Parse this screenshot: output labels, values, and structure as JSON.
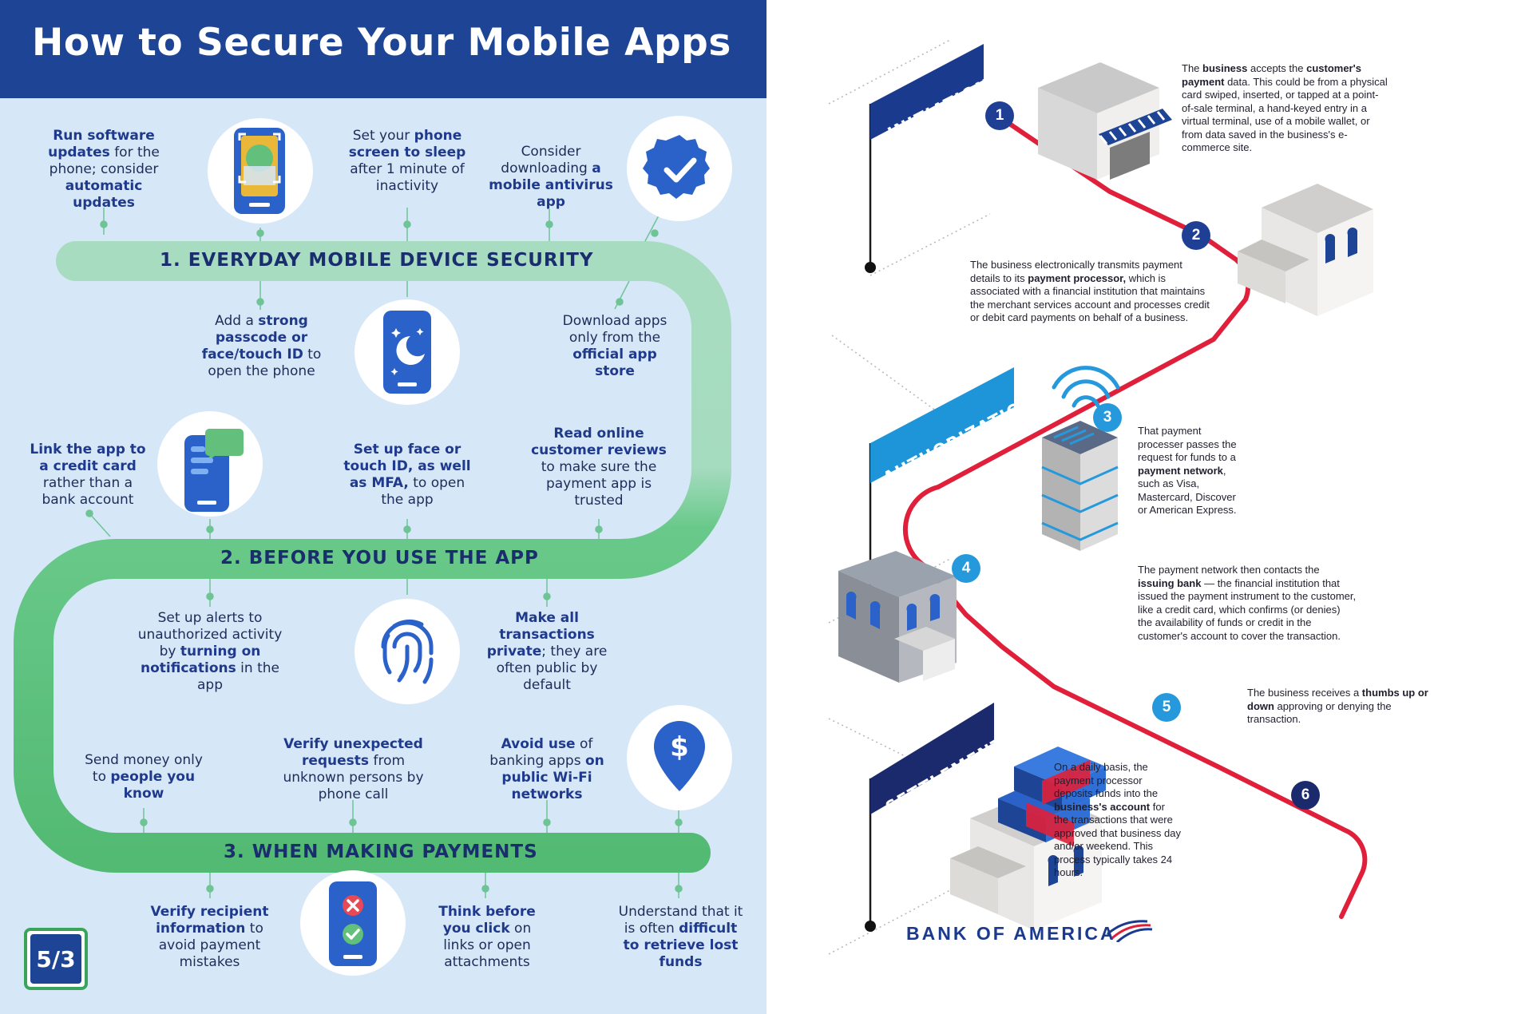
{
  "infographic": {
    "title": "How to Secure Your Mobile Apps",
    "sections": [
      {
        "label": "1. EVERYDAY MOBILE DEVICE SECURITY"
      },
      {
        "label": "2. BEFORE YOU USE THE APP"
      },
      {
        "label": "3. WHEN MAKING PAYMENTS"
      }
    ],
    "tips": {
      "run_updates": {
        "pre": "Run software updates",
        "bold": "",
        "post": " for the phone; consider ",
        "bold2": "automatic updates"
      },
      "phone_sleep": {
        "pre": "Set your ",
        "bold": "phone screen to sleep",
        "post": " after 1 minute of inactivity"
      },
      "antivirus": {
        "pre": "Consider downloading ",
        "bold": "a mobile antivirus app",
        "post": ""
      },
      "passcode": {
        "pre": "Add a ",
        "bold": "strong passcode or face/touch ID",
        "post": " to open the phone"
      },
      "official_store": {
        "pre": "Download apps only from the ",
        "bold": "official app store",
        "post": ""
      },
      "link_card": {
        "pre": "",
        "bold": "Link the app to a credit card",
        "post": " rather than a bank account"
      },
      "face_id_mfa": {
        "pre": "",
        "bold": "Set up face or touch ID, as well as MFA,",
        "post": " to open the app"
      },
      "reviews": {
        "pre": "",
        "bold": "Read online customer reviews",
        "post": " to make sure the payment app is trusted"
      },
      "alerts": {
        "pre": "Set up alerts to unauthorized activity by ",
        "bold": "turning on notifications",
        "post": " in the app"
      },
      "private": {
        "pre": "",
        "bold": "Make all transactions private",
        "post": "; they are often public by default"
      },
      "send_money": {
        "pre": "Send money only to ",
        "bold": "people you know",
        "post": ""
      },
      "verify_requests": {
        "pre": "",
        "bold": "Verify unexpected requests",
        "post": " from unknown persons by phone call"
      },
      "avoid_wifi": {
        "pre": "",
        "bold": "Avoid use",
        "post": " of banking apps ",
        "bold2": "on public Wi-Fi networks"
      },
      "verify_recipient": {
        "pre": "",
        "bold": "Verify recipient information",
        "post": " to avoid payment mistakes"
      },
      "think_click": {
        "pre": "",
        "bold": "Think before you click",
        "post": " on links or open attachments"
      },
      "retrieve": {
        "pre": "Understand that it is often ",
        "bold": "difficult to retrieve lost funds",
        "post": ""
      }
    },
    "logo_text": "5/3",
    "dollar_symbol": "$"
  },
  "payment_flow": {
    "stages": [
      {
        "label": "INITIATION",
        "color": "#1a3a8e"
      },
      {
        "label": "AUTHORIZATION",
        "color": "#1e95d9"
      },
      {
        "label": "SETTLEMENT",
        "color": "#1a2a6c"
      }
    ],
    "steps": [
      {
        "number": "1",
        "color": "#1e3f94",
        "parts": [
          [
            "The ",
            false
          ],
          [
            "business",
            true
          ],
          [
            " accepts the ",
            false
          ],
          [
            "customer's payment",
            true
          ],
          [
            " data. This could be from a physical card swiped, inserted, or tapped at a point-of-sale terminal, a hand-keyed entry in a virtual terminal, use of a mobile wallet, or from data saved in the business's e-commerce site.",
            false
          ]
        ]
      },
      {
        "number": "2",
        "color": "#1e3f94",
        "parts": [
          [
            "The business electronically transmits payment details to its ",
            false
          ],
          [
            "payment processor,",
            true
          ],
          [
            " which is associated with a financial institution that maintains the merchant services account and processes credit or debit card payments on behalf of a business.",
            false
          ]
        ]
      },
      {
        "number": "3",
        "color": "#2699dc",
        "parts": [
          [
            "That payment processer passes the request for funds to a ",
            false
          ],
          [
            "payment network",
            true
          ],
          [
            ", such as Visa, Mastercard, Discover or American Express.",
            false
          ]
        ]
      },
      {
        "number": "4",
        "color": "#2699dc",
        "parts": [
          [
            "The payment network then contacts the ",
            false
          ],
          [
            "issuing bank",
            true
          ],
          [
            " — the financial institution that issued the payment instrument to the customer, like a credit card, which confirms (or denies) the availability of funds or credit in the customer's account to cover the transaction.",
            false
          ]
        ]
      },
      {
        "number": "5",
        "color": "#2699dc",
        "parts": [
          [
            "The business receives a ",
            false
          ],
          [
            "thumbs up or down",
            true
          ],
          [
            " approving or denying the transaction.",
            false
          ]
        ]
      },
      {
        "number": "6",
        "color": "#1a2a6c",
        "parts": [
          [
            "On a daily basis, the payment processor deposits funds into the ",
            false
          ],
          [
            "business's account",
            true
          ],
          [
            " for the transactions that were approved that business day and/or weekend. This process typically takes 24 hours.",
            false
          ]
        ]
      }
    ],
    "brand": "BANK OF AMERICA",
    "route_color": "#e0203a"
  }
}
